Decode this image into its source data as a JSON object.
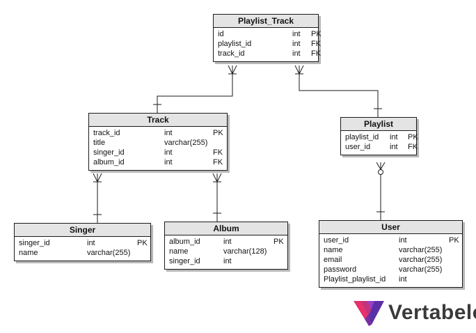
{
  "tables": [
    {
      "id": "playlist_track",
      "name": "Playlist_Track",
      "columns": [
        {
          "name": "id",
          "type": "int",
          "key": "PK"
        },
        {
          "name": "playlist_id",
          "type": "int",
          "key": "FK"
        },
        {
          "name": "track_id",
          "type": "int",
          "key": "FK"
        }
      ]
    },
    {
      "id": "track",
      "name": "Track",
      "columns": [
        {
          "name": "track_id",
          "type": "int",
          "key": "PK"
        },
        {
          "name": "title",
          "type": "varchar(255)",
          "key": ""
        },
        {
          "name": "singer_id",
          "type": "int",
          "key": "FK"
        },
        {
          "name": "album_id",
          "type": "int",
          "key": "FK"
        }
      ]
    },
    {
      "id": "playlist",
      "name": "Playlist",
      "columns": [
        {
          "name": "playlist_id",
          "type": "int",
          "key": "PK"
        },
        {
          "name": "user_id",
          "type": "int",
          "key": "FK"
        }
      ]
    },
    {
      "id": "singer",
      "name": "Singer",
      "columns": [
        {
          "name": "singer_id",
          "type": "int",
          "key": "PK"
        },
        {
          "name": "name",
          "type": "varchar(255)",
          "key": ""
        }
      ]
    },
    {
      "id": "album",
      "name": "Album",
      "columns": [
        {
          "name": "album_id",
          "type": "int",
          "key": "PK"
        },
        {
          "name": "name",
          "type": "varchar(128)",
          "key": ""
        },
        {
          "name": "singer_id",
          "type": "int",
          "key": ""
        }
      ]
    },
    {
      "id": "user",
      "name": "User",
      "columns": [
        {
          "name": "user_id",
          "type": "int",
          "key": "PK"
        },
        {
          "name": "name",
          "type": "varchar(255)",
          "key": ""
        },
        {
          "name": "email",
          "type": "varchar(255)",
          "key": ""
        },
        {
          "name": "password",
          "type": "varchar(255)",
          "key": ""
        },
        {
          "name": "Playlist_playlist_id",
          "type": "int",
          "key": ""
        }
      ]
    }
  ],
  "relationships": [
    {
      "id": "track-playlist_track",
      "from": "track",
      "from_card": "one",
      "to": "playlist_track",
      "to_card": "many"
    },
    {
      "id": "playlist-playlist_track",
      "from": "playlist",
      "from_card": "one",
      "to": "playlist_track",
      "to_card": "many"
    },
    {
      "id": "singer-track",
      "from": "singer",
      "from_card": "one",
      "to": "track",
      "to_card": "many"
    },
    {
      "id": "album-track",
      "from": "album",
      "from_card": "one",
      "to": "track",
      "to_card": "many"
    },
    {
      "id": "user-playlist",
      "from": "user",
      "from_card": "one",
      "to": "playlist",
      "to_card": "zero-or-many"
    }
  ],
  "brand": {
    "name": "Vertabelo",
    "colors": [
      "#e8306b",
      "#9b3fc7",
      "#5b2fa8"
    ]
  }
}
